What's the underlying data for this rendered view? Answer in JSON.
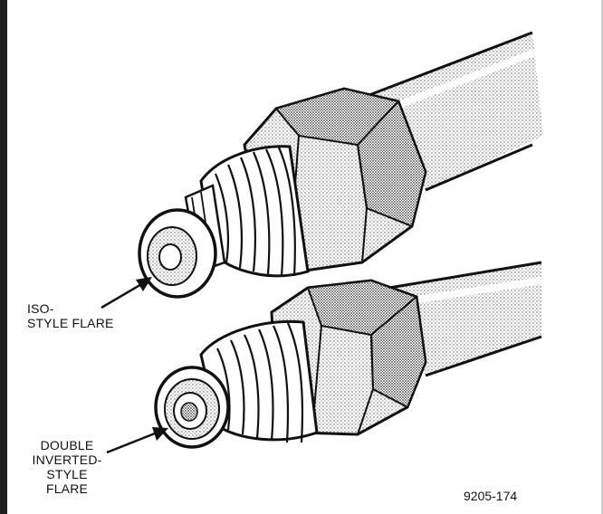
{
  "labels": {
    "iso": "ISO-\nSTYLE FLARE",
    "double": "DOUBLE\nINVERTED-\nSTYLE\nFLARE"
  },
  "figure_id": "9205-174",
  "colors": {
    "ink": "#111111",
    "left_bar": "#1f1f1f"
  }
}
